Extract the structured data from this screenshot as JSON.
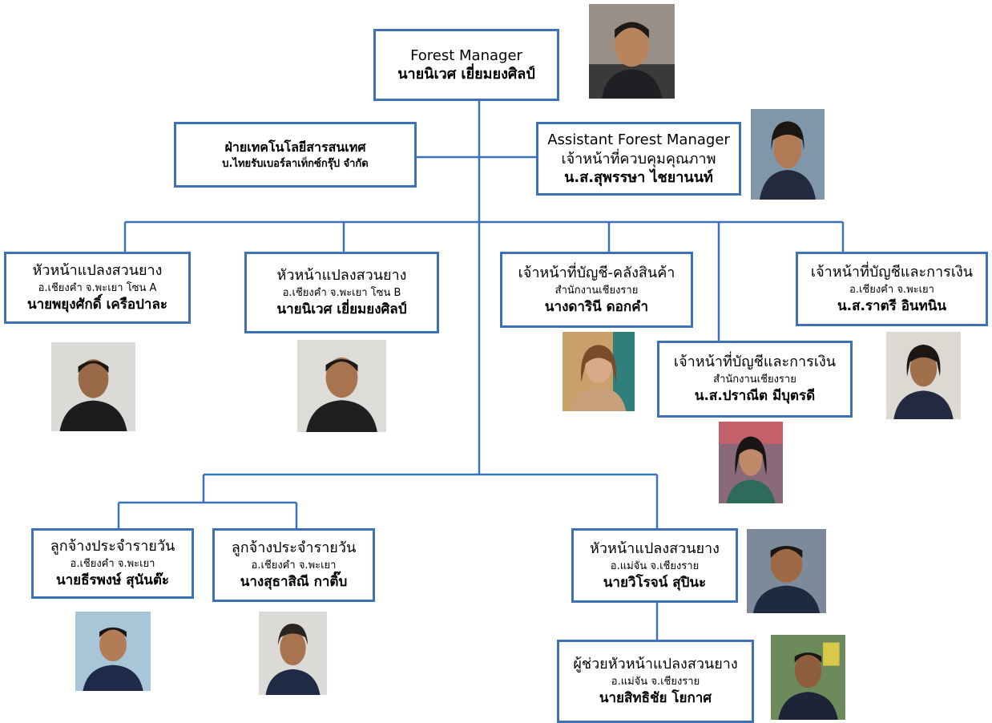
{
  "manager": {
    "role": "Forest Manager",
    "name": "นายนิเวศ เยี่ยมยงศิลป์"
  },
  "it_dept": {
    "title": "ฝ่ายเทคโนโลยีสารสนเทศ",
    "company": "บ.ไทยรับเบอร์ลาเท็กซ์กรุ๊ป จำกัด"
  },
  "assistant": {
    "role": "Assistant Forest Manager",
    "position": "เจ้าหน้าที่ควบคุมคุณภาพ",
    "name": "น.ส.สุพรรษา ไชยานนท์"
  },
  "head_a": {
    "title": "หัวหน้าแปลงสวนยาง",
    "location": "อ.เชียงคำ จ.พะเยา โซน A",
    "name": "นายพยุงศักดิ์ เครือปาละ"
  },
  "head_b": {
    "title": "หัวหน้าแปลงสวนยาง",
    "location": "อ.เชียงคำ จ.พะเยา โซน B",
    "name": "นายนิเวศ เยี่ยมยงศิลป์"
  },
  "accounting_stock": {
    "title": "เจ้าหน้าที่บัญชี-คลังสินค้า",
    "location": "สำนักงานเชียงราย",
    "name": "นางดารินี ดอกคำ"
  },
  "finance_cr": {
    "title": "เจ้าหน้าที่บัญชีและการเงิน",
    "location": "สำนักงานเชียงราย",
    "name": "น.ส.ปราณีต มีบุตรดี"
  },
  "finance_py": {
    "title": "เจ้าหน้าที่บัญชีและการเงิน",
    "location": "อ.เชียงคำ จ.พะเยา",
    "name": "น.ส.ราตรี อินทนิน"
  },
  "daily_1": {
    "title": "ลูกจ้างประจำรายวัน",
    "location": "อ.เชียงคำ จ.พะเยา",
    "name": "นายธีรพงษ์ สุนันต๊ะ"
  },
  "daily_2": {
    "title": "ลูกจ้างประจำรายวัน",
    "location": "อ.เชียงคำ จ.พะเยา",
    "name": "นางสุธาสิณี กาติ๊บ"
  },
  "head_mc": {
    "title": "หัวหน้าแปลงสวนยาง",
    "location": "อ.แม่จัน จ.เชียงราย",
    "name": "นายวิโรจน์ สุปินะ"
  },
  "asst_head_mc": {
    "title": "ผู้ช่วยหัวหน้าแปลงสวนยาง",
    "location": "อ.แม่จัน จ.เชียงราย",
    "name": "นายสิทธิชัย โยกาศ"
  },
  "colors": {
    "border": "#3d72b8",
    "line": "#3d72b8"
  }
}
